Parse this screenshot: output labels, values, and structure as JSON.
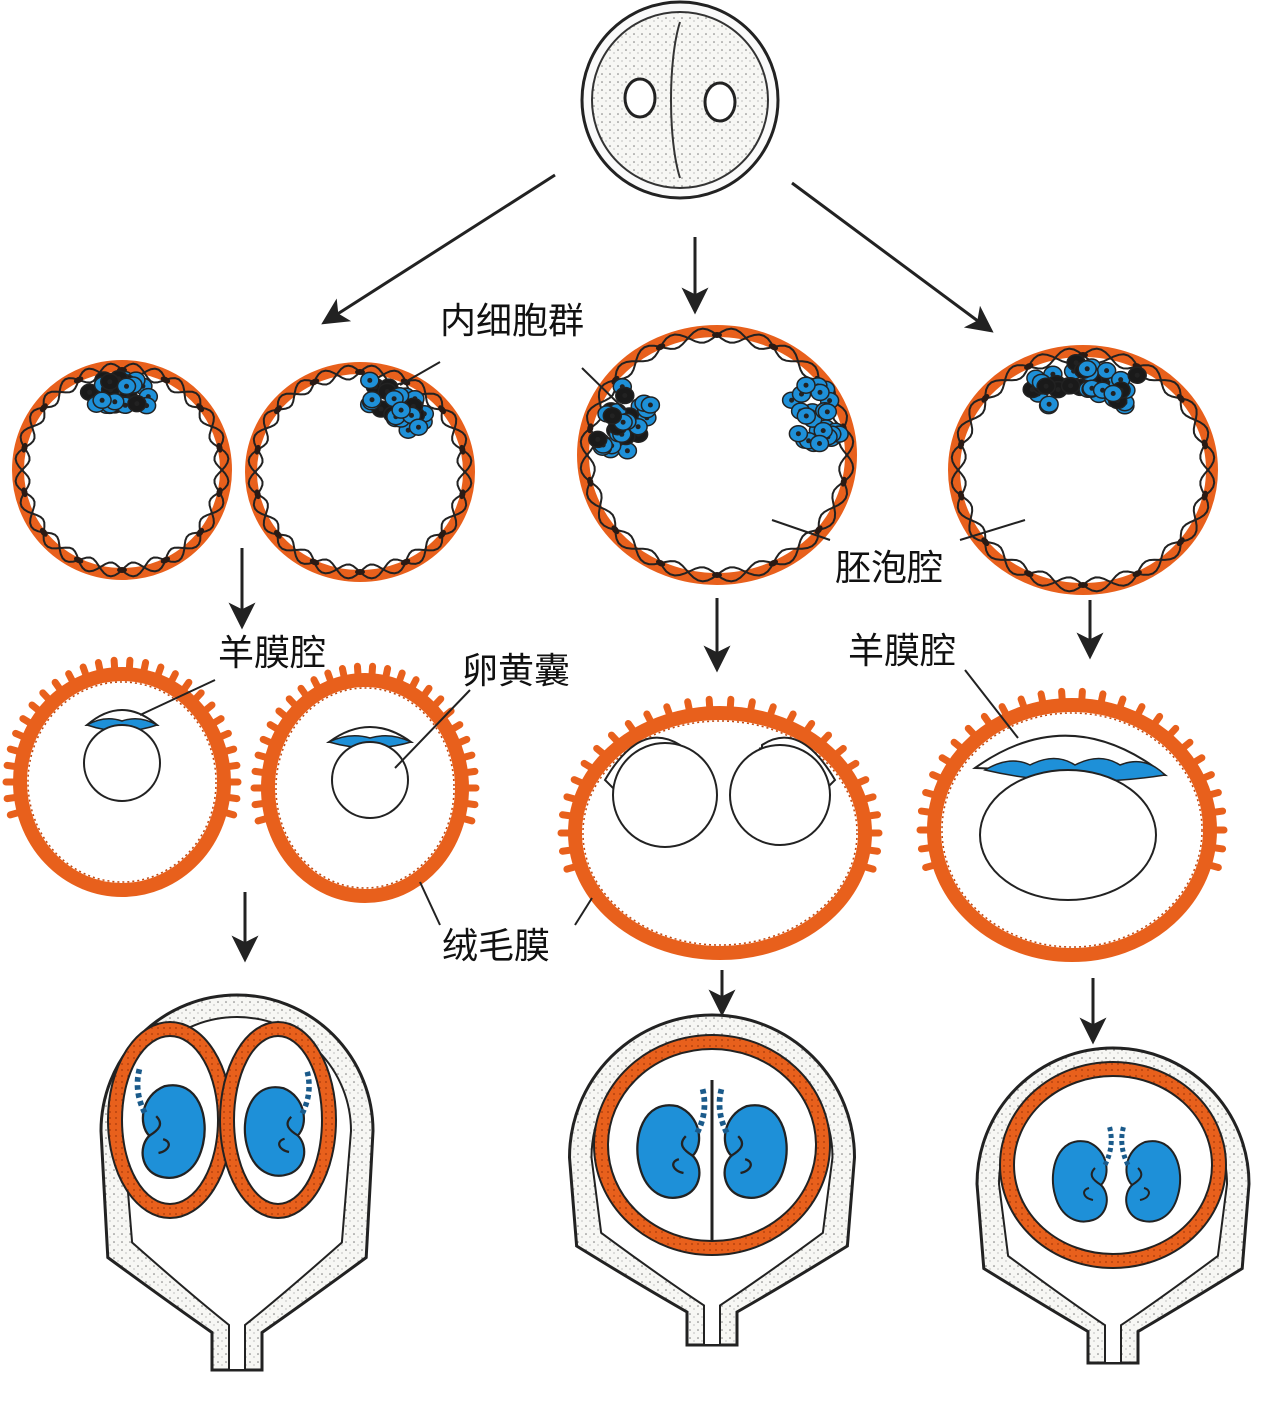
{
  "labels": {
    "inner_cell_mass": "内细胞群",
    "blastocoel": "胚泡腔",
    "amniotic_cavity_left": "羊膜腔",
    "amniotic_cavity_right": "羊膜腔",
    "yolk_sac": "卵黄囊",
    "chorion": "绒毛膜"
  },
  "colors": {
    "trophoblast": "#e8601c",
    "trophoblast_dark": "#b8400c",
    "embryo_blue": "#1e90d8",
    "nucleus": "#2a1a14",
    "uterus_fill": "#f3f3f3",
    "line": "#222222"
  }
}
